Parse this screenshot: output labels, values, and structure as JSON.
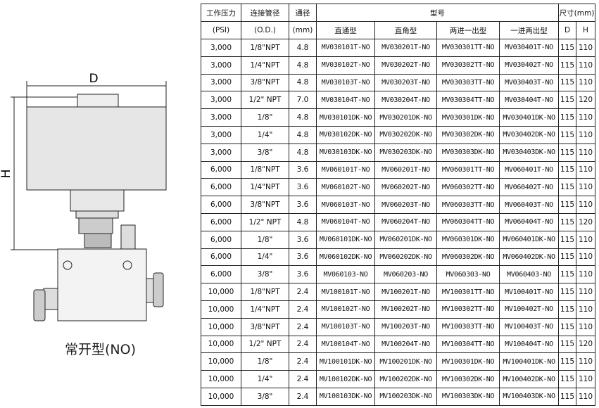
{
  "drawing": {
    "dim_d": "D",
    "dim_h": "H",
    "caption": "常开型(NO)"
  },
  "table": {
    "headers": {
      "pressure": "工作压力",
      "pressure_unit": "(PSI)",
      "port": "连接管径",
      "port_unit": "(O.D.)",
      "orifice": "通径",
      "orifice_unit": "(mm)",
      "model": "型号",
      "size": "尺寸(mm)",
      "straight": "直通型",
      "angle": "直角型",
      "two_in_one_out": "两进一出型",
      "one_in_two_out": "一进两出型",
      "d": "D",
      "h": "H"
    },
    "rows": [
      [
        "3,000",
        "1/8\"NPT",
        "4.8",
        "MV030101T-NO",
        "MV030201T-NO",
        "MV030301TT-NO",
        "MV030401T-NO",
        "115",
        "110"
      ],
      [
        "3,000",
        "1/4\"NPT",
        "4.8",
        "MV030102T-NO",
        "MV030202T-NO",
        "MV030302TT-NO",
        "MV030402T-NO",
        "115",
        "110"
      ],
      [
        "3,000",
        "3/8\"NPT",
        "4.8",
        "MV030103T-NO",
        "MV030203T-NO",
        "MV030303TT-NO",
        "MV030403T-NO",
        "115",
        "110"
      ],
      [
        "3,000",
        "1/2\" NPT",
        "7.0",
        "MV030104T-NO",
        "MV030204T-NO",
        "MV030304TT-NO",
        "MV030404T-NO",
        "115",
        "120"
      ],
      [
        "3,000",
        "1/8\"",
        "4.8",
        "MV030101DK-NO",
        "MV030201DK-NO",
        "MV030301DK-NO",
        "MV030401DK-NO",
        "115",
        "110"
      ],
      [
        "3,000",
        "1/4\"",
        "4.8",
        "MV030102DK-NO",
        "MV030202DK-NO",
        "MV030302DK-NO",
        "MV030402DK-NO",
        "115",
        "110"
      ],
      [
        "3,000",
        "3/8\"",
        "4.8",
        "MV030103DK-NO",
        "MV030203DK-NO",
        "MV030303DK-NO",
        "MV030403DK-NO",
        "115",
        "110"
      ],
      [
        "6,000",
        "1/8\"NPT",
        "3.6",
        "MV060101T-NO",
        "MV060201T-NO",
        "MV060301TT-NO",
        "MV060401T-NO",
        "115",
        "110"
      ],
      [
        "6,000",
        "1/4\"NPT",
        "3.6",
        "MV060102T-NO",
        "MV060202T-NO",
        "MV060302TT-NO",
        "MV060402T-NO",
        "115",
        "110"
      ],
      [
        "6,000",
        "3/8\"NPT",
        "3.6",
        "MV060103T-NO",
        "MV060203T-NO",
        "MV060303TT-NO",
        "MV060403T-NO",
        "115",
        "110"
      ],
      [
        "6,000",
        "1/2\" NPT",
        "4.8",
        "MV060104T-NO",
        "MV060204T-NO",
        "MV060304TT-NO",
        "MV060404T-NO",
        "115",
        "120"
      ],
      [
        "6,000",
        "1/8\"",
        "3.6",
        "MV060101DK-NO",
        "MV060201DK-NO",
        "MV060301DK-NO",
        "MV060401DK-NO",
        "115",
        "110"
      ],
      [
        "6,000",
        "1/4\"",
        "3.6",
        "MV060102DK-NO",
        "MV060202DK-NO",
        "MV060302DK-NO",
        "MV060402DK-NO",
        "115",
        "110"
      ],
      [
        "6,000",
        "3/8\"",
        "3.6",
        "MV060103-NO",
        "MV060203-NO",
        "MV060303-NO",
        "MV060403-NO",
        "115",
        "110"
      ],
      [
        "10,000",
        "1/8\"NPT",
        "2.4",
        "MV100101T-NO",
        "MV100201T-NO",
        "MV100301TT-NO",
        "MV100401T-NO",
        "115",
        "110"
      ],
      [
        "10,000",
        "1/4\"NPT",
        "2.4",
        "MV100102T-NO",
        "MV100202T-NO",
        "MV100302TT-NO",
        "MV100402T-NO",
        "115",
        "110"
      ],
      [
        "10,000",
        "3/8\"NPT",
        "2.4",
        "MV100103T-NO",
        "MV100203T-NO",
        "MV100303TT-NO",
        "MV100403T-NO",
        "115",
        "110"
      ],
      [
        "10,000",
        "1/2\" NPT",
        "2.4",
        "MV100104T-NO",
        "MV100204T-NO",
        "MV100304TT-NO",
        "MV100404T-NO",
        "115",
        "120"
      ],
      [
        "10,000",
        "1/8\"",
        "2.4",
        "MV100101DK-NO",
        "MV100201DK-NO",
        "MV100301DK-NO",
        "MV100401DK-NO",
        "115",
        "110"
      ],
      [
        "10,000",
        "1/4\"",
        "2.4",
        "MV100102DK-NO",
        "MV100202DK-NO",
        "MV100302DK-NO",
        "MV100402DK-NO",
        "115",
        "110"
      ],
      [
        "10,000",
        "3/8\"",
        "2.4",
        "MV100103DK-NO",
        "MV100203DK-NO",
        "MV100303DK-NO",
        "MV100403DK-NO",
        "115",
        "110"
      ]
    ]
  }
}
